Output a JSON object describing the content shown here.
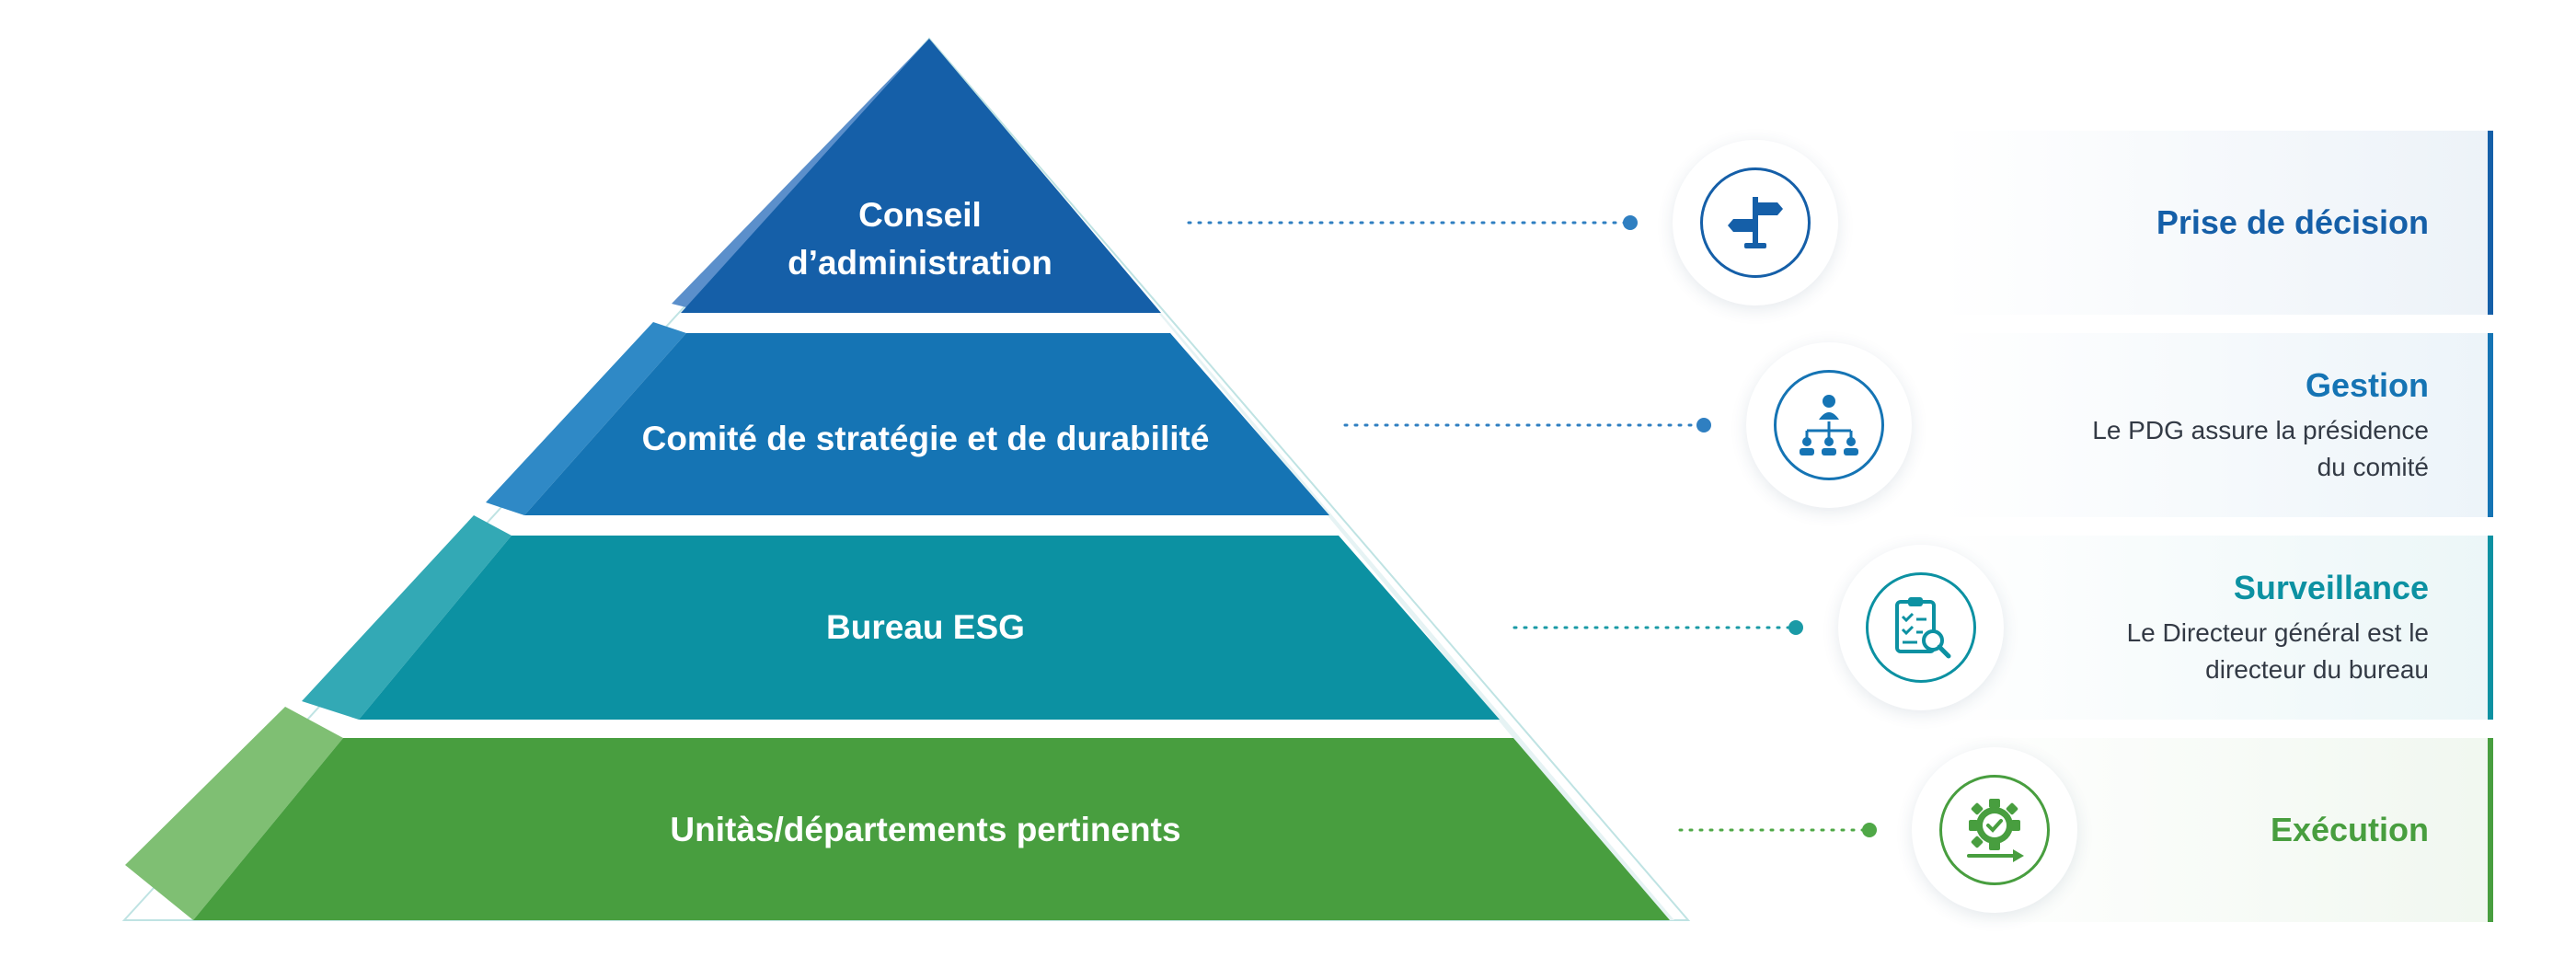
{
  "colors": {
    "navy": "#155fa8",
    "blue": "#1574b4",
    "teal": "#0c91a2",
    "green": "#489e3f",
    "dots_blue": "#2f7fc1",
    "dots_teal": "#1a9aa6",
    "dots_green": "#4fa847"
  },
  "tiers": [
    {
      "label": "Conseil\nd’administration",
      "color": "#155fa8",
      "highlight": "#5b8fcb"
    },
    {
      "label": "Comité de stratégie et de durabilité",
      "color": "#1574b4",
      "highlight": "#2f89c6"
    },
    {
      "label": "Bureau ESG",
      "color": "#0c91a2",
      "highlight": "#33a9b5"
    },
    {
      "label": "Unitàs/départements pertinents",
      "color": "#489e3f",
      "highlight": "#7fbf73"
    }
  ],
  "roles": [
    {
      "title": "Prise de décision",
      "description": "",
      "color": "#155fa8",
      "icon": "signpost-icon"
    },
    {
      "title": "Gestion",
      "description": "Le PDG assure la présidence\ndu comité",
      "color": "#1574b4",
      "icon": "org-chart-icon"
    },
    {
      "title": "Surveillance",
      "description": "Le Directeur général est le\ndirecteur du bureau",
      "color": "#0c91a2",
      "icon": "clipboard-search-icon"
    },
    {
      "title": "Exécution",
      "description": "",
      "color": "#489e3f",
      "icon": "gear-check-icon"
    }
  ]
}
